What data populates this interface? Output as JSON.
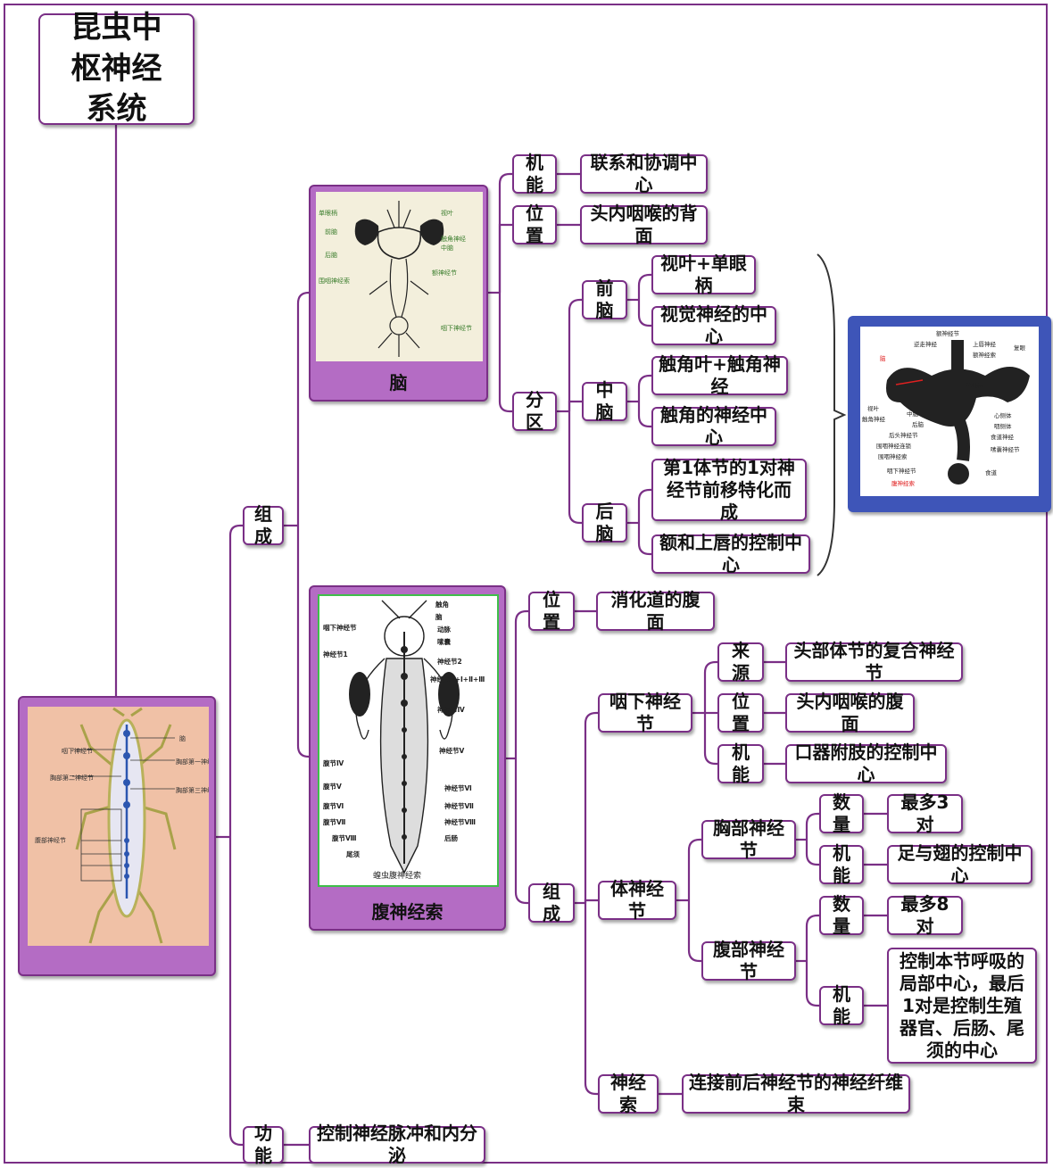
{
  "title": "昆虫中枢神经系统",
  "colors": {
    "line": "#7a2f86",
    "card": "#b46cc4",
    "blue": "#3e55b8"
  },
  "branches": {
    "composition": "组成",
    "function": "功能",
    "function_value": "控制神经脉冲和内分泌"
  },
  "brain": {
    "caption": "脑",
    "function_label": "机能",
    "function_value": "联系和协调中心",
    "position_label": "位置",
    "position_value": "头内咽喉的背面",
    "division_label": "分区",
    "protocerebrum": {
      "label": "前脑",
      "items": [
        "视叶+单眼柄",
        "视觉神经的中心"
      ]
    },
    "deutocerebrum": {
      "label": "中脑",
      "items": [
        "触角叶+触角神经",
        "触角的神经中心"
      ]
    },
    "tritocerebrum": {
      "label": "后脑",
      "items": [
        "第1体节的1对神经节前移特化而成",
        "额和上唇的控制中心"
      ]
    }
  },
  "ventral": {
    "caption": "腹神经索",
    "position_label": "位置",
    "position_value": "消化道的腹面",
    "composition_label": "组成",
    "subesophageal": {
      "label": "咽下神经节",
      "source_label": "来源",
      "source_value": "头部体节的复合神经节",
      "position_label": "位置",
      "position_value": "头内咽喉的腹面",
      "function_label": "机能",
      "function_value": "口器附肢的控制中心"
    },
    "body_ganglia": {
      "label": "体神经节",
      "thoracic": {
        "label": "胸部神经节",
        "count_label": "数量",
        "count_value": "最多3对",
        "function_label": "机能",
        "function_value": "足与翅的控制中心"
      },
      "abdominal": {
        "label": "腹部神经节",
        "count_label": "数量",
        "count_value": "最多8对",
        "function_label": "机能",
        "function_value": "控制本节呼吸的局部中心，最后1对是控制生殖器官、后肠、尾须的中心"
      }
    },
    "connective": {
      "label": "神经索",
      "value": "连接前后神经节的神经纤维束"
    }
  },
  "image_labels": {
    "brain_diagram": [
      "单眼柄",
      "前脑",
      "后脑",
      "围咽神经索",
      "视叶",
      "触角神经",
      "中脑",
      "额神经节",
      "咽下神经节"
    ],
    "ventral_diagram": [
      "触角",
      "脑",
      "动脉",
      "咽下神经节",
      "嗉囊",
      "神经节1",
      "神经节2",
      "神经节3+Ⅰ+Ⅱ+Ⅲ",
      "神经节Ⅳ",
      "神经节Ⅴ",
      "腹节Ⅳ",
      "腹节Ⅴ",
      "腹节Ⅵ",
      "腹节Ⅶ",
      "腹节Ⅷ",
      "尾须",
      "神经节Ⅵ",
      "神经节Ⅶ",
      "神经节Ⅷ",
      "后肠"
    ],
    "ventral_diagram_caption": "蝗虫腹神经索",
    "insect_diagram": [
      "咽下神经节",
      "胸部第二神经节",
      "腹部神经节",
      "脑",
      "胸部第一神经节",
      "胸部第三神经节"
    ],
    "head_diagram": [
      "额神经节",
      "逆走神经",
      "脑",
      "视叶",
      "触角神经",
      "中脑",
      "后脑",
      "后头神经节",
      "围咽神经连锁",
      "围咽神经索",
      "咽下神经节",
      "腹神经索",
      "上唇神经",
      "额神经索",
      "复眼",
      "单眼柄",
      "心侧体",
      "咽侧体",
      "食道神经",
      "嗉囊神经节",
      "食道"
    ]
  }
}
